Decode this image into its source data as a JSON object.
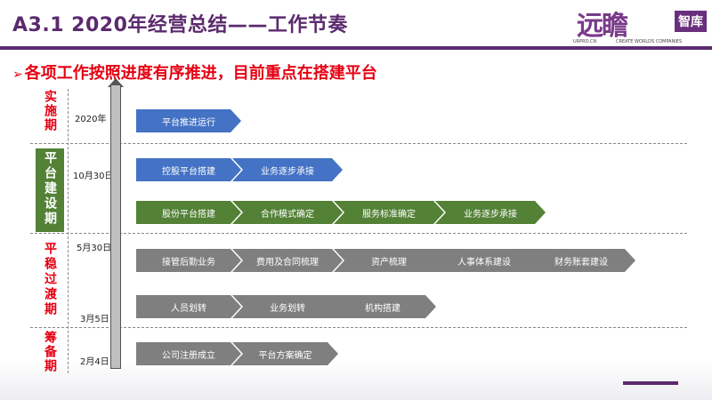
{
  "header": {
    "title": "A3.1 2020年经营总结——工作节奏",
    "logo_brand": "远瞻",
    "logo_tag": "智库",
    "logo_url": "URPRO.CN",
    "logo_slogan": "CREATE WORLDS COMPANIES"
  },
  "subtitle": {
    "arrow": "➢",
    "text": "各项工作按照进度有序推进，目前重点在搭建平台"
  },
  "phases": {
    "implement": "实施期",
    "platform": "平台建设期",
    "transition": "平稳过渡期",
    "prepare": "筹备期"
  },
  "dates": {
    "d2020": "2020年",
    "oct30": "10月30日",
    "may30": "5月30日",
    "mar5": "3月5日",
    "feb4": "2月4日"
  },
  "rows": {
    "r1": [
      "平台推进运行"
    ],
    "r2": [
      "控股平台搭建",
      "业务逐步承接"
    ],
    "r3": [
      "股份平台搭建",
      "合作模式确定",
      "服务标准确定",
      "业务逐步承接"
    ],
    "r4": [
      "接管后勤业务",
      "费用及合同梳理",
      "资产梳理",
      "人事体系建设",
      "财务账套建设"
    ],
    "r5": [
      "人员划转",
      "业务划转",
      "机构搭建"
    ],
    "r6": [
      "公司注册成立",
      "平台方案确定"
    ]
  },
  "colors": {
    "purple": "#5b2a6e",
    "red": "#e60012",
    "blue": "#4472c4",
    "green": "#538135",
    "gray": "#7f7f7f"
  }
}
